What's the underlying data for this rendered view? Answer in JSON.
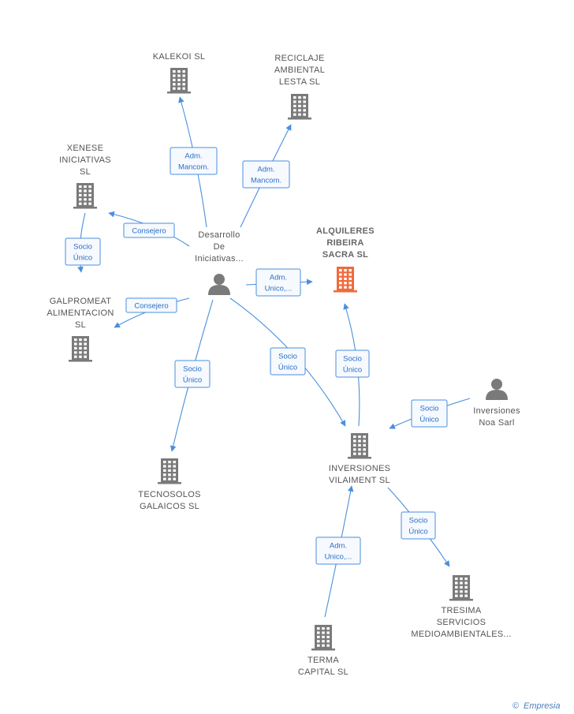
{
  "colors": {
    "edge": "#4a8fdc",
    "building": "#7a7a7a",
    "building_highlight": "#f06a3c",
    "person": "#7a7a7a",
    "label_box_fill": "#f6f9fe"
  },
  "nodes": [
    {
      "id": "kalekoi",
      "type": "company",
      "lines": [
        "KALEKOI  SL"
      ]
    },
    {
      "id": "reciclaje",
      "type": "company",
      "lines": [
        "RECICLAJE",
        "AMBIENTAL",
        "LESTA SL"
      ]
    },
    {
      "id": "xenese",
      "type": "company",
      "lines": [
        "XENESE",
        "INICIATIVAS",
        "SL"
      ]
    },
    {
      "id": "galpromeat",
      "type": "company",
      "lines": [
        "GALPROMEAT",
        "ALIMENTACION",
        "SL"
      ]
    },
    {
      "id": "desarrollo",
      "type": "person",
      "lines": [
        "Desarrollo",
        "De",
        "Iniciativas..."
      ]
    },
    {
      "id": "alquileres",
      "type": "company",
      "highlight": true,
      "lines": [
        "ALQUILERES",
        "RIBEIRA",
        "SACRA  SL"
      ]
    },
    {
      "id": "tecnosolos",
      "type": "company",
      "lines": [
        "TECNOSOLOS",
        "GALAICOS SL"
      ]
    },
    {
      "id": "inversiones_vilaiment",
      "type": "company",
      "lines": [
        "INVERSIONES",
        "VILAIMENT SL"
      ]
    },
    {
      "id": "inversiones_noa",
      "type": "person",
      "lines": [
        "Inversiones",
        "Noa Sarl"
      ]
    },
    {
      "id": "tresima",
      "type": "company",
      "lines": [
        "TRESIMA",
        "SERVICIOS",
        "MEDIOAMBIENTALES..."
      ]
    },
    {
      "id": "terma",
      "type": "company",
      "lines": [
        "TERMA",
        "CAPITAL  SL"
      ]
    }
  ],
  "edges": [
    {
      "id": "e-desarrollo-kalekoi",
      "lines": [
        "Adm.",
        "Mancom."
      ]
    },
    {
      "id": "e-desarrollo-reciclaje",
      "lines": [
        "Adm.",
        "Mancom."
      ]
    },
    {
      "id": "e-desarrollo-xenese",
      "lines": [
        "Consejero"
      ]
    },
    {
      "id": "e-xenese-galpromeat",
      "lines": [
        "Socio",
        "Único"
      ]
    },
    {
      "id": "e-desarrollo-galpromeat",
      "lines": [
        "Consejero"
      ]
    },
    {
      "id": "e-desarrollo-alquileres",
      "lines": [
        "Adm.",
        "Unico,..."
      ]
    },
    {
      "id": "e-desarrollo-tecnosolos",
      "lines": [
        "Socio",
        "Único"
      ]
    },
    {
      "id": "e-desarrollo-vilaiment",
      "lines": [
        "Socio",
        "Único"
      ]
    },
    {
      "id": "e-vilaiment-alquileres",
      "lines": [
        "Socio",
        "Único"
      ]
    },
    {
      "id": "e-noa-vilaiment",
      "lines": [
        "Socio",
        "Único"
      ]
    },
    {
      "id": "e-vilaiment-tresima",
      "lines": [
        "Socio",
        "Único"
      ]
    },
    {
      "id": "e-terma-vilaiment",
      "lines": [
        "Adm.",
        "Unico,..."
      ]
    }
  ],
  "footer": {
    "copyright_symbol": "©",
    "brand": "Empresia"
  }
}
